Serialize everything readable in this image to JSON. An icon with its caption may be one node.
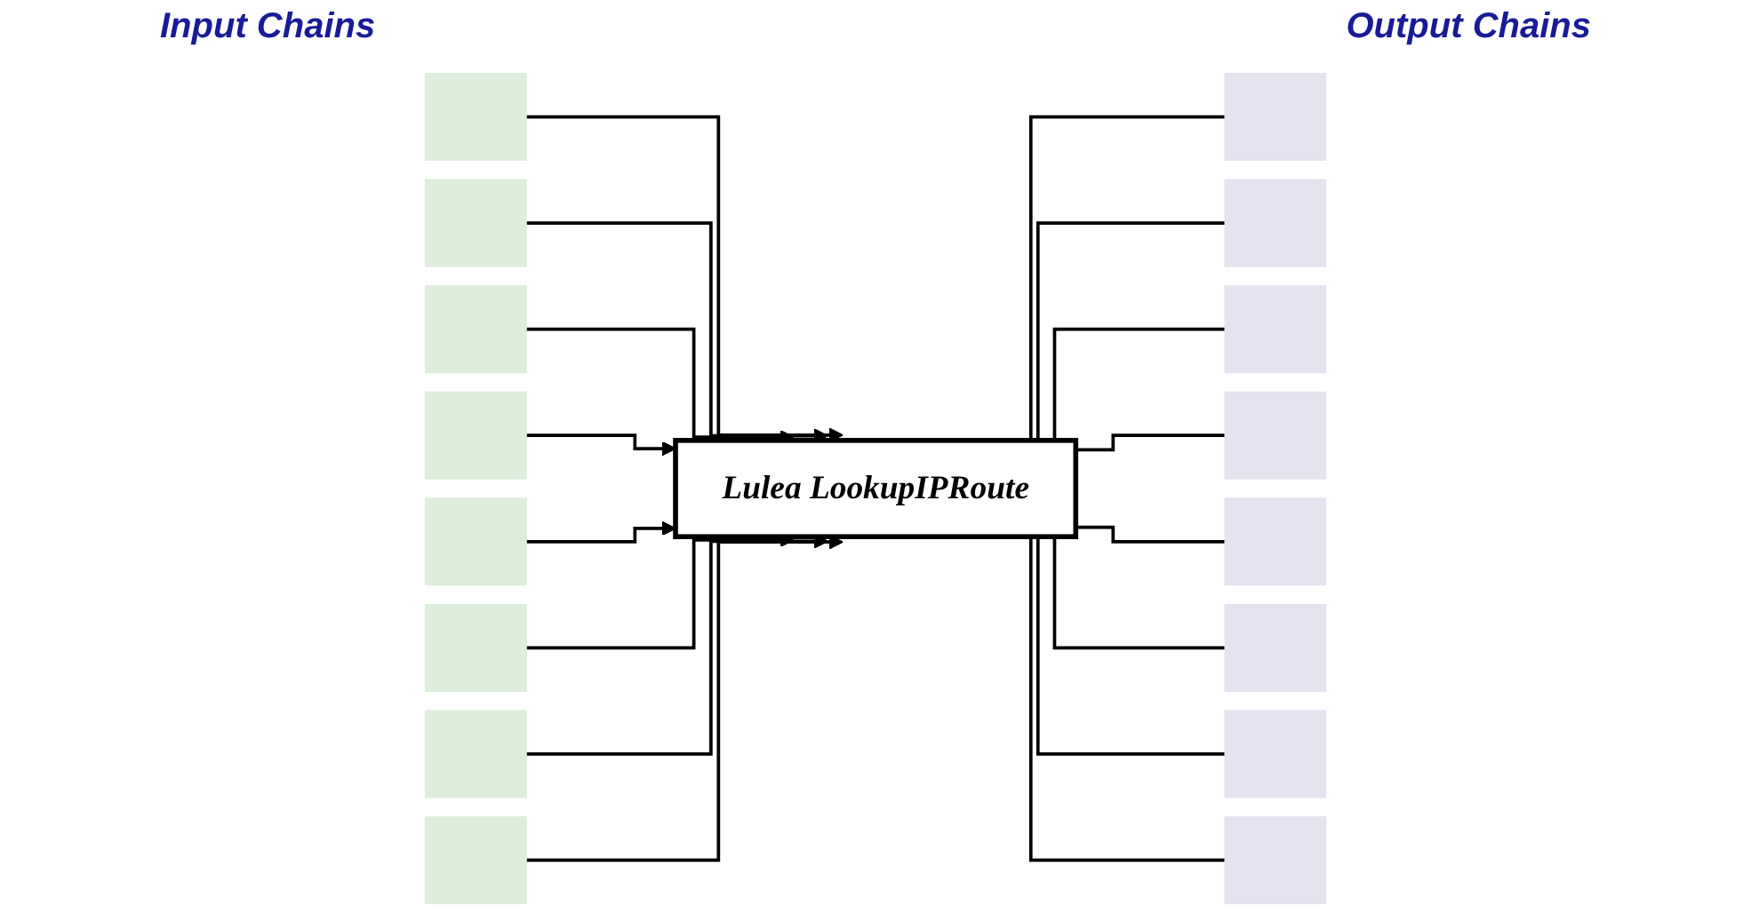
{
  "diagram": {
    "nodes": [
      {
        "text": [],
        "shape": "box"
      },
      {
        "text": [],
        "shape": "box"
      },
      {
        "text": [],
        "shape": "box"
      },
      {
        "text": [],
        "shape": "box"
      },
      {
        "text": [],
        "shape": "box"
      },
      {
        "text": [],
        "shape": "box"
      },
      {
        "text": [],
        "shape": "box"
      },
      {
        "text": [],
        "shape": "box"
      },
      {
        "text": [
          "Lulea LookupIPRoute"
        ]
      },
      {
        "text": [],
        "shape": "box"
      },
      {
        "text": [],
        "shape": "box"
      },
      {
        "text": [],
        "shape": "box"
      },
      {
        "text": [],
        "shape": "box"
      },
      {
        "text": [],
        "shape": "box"
      },
      {
        "text": [],
        "shape": "box"
      },
      {
        "text": [],
        "shape": "box"
      },
      {
        "text": [],
        "shape": "box"
      }
    ],
    "edges": [
      {
        "from": 0,
        "to": 8,
        "arrow": "to"
      },
      {
        "from": 1,
        "to": 8,
        "arrow": "to"
      },
      {
        "from": 2,
        "to": 8,
        "arrow": "to"
      },
      {
        "from": 3,
        "to": 8,
        "arrow": "to"
      },
      {
        "from": 4,
        "to": 8,
        "arrow": "to"
      },
      {
        "from": 5,
        "to": 8,
        "arrow": "to"
      },
      {
        "from": 6,
        "to": 8,
        "arrow": "to"
      },
      {
        "from": 7,
        "to": 8,
        "arrow": "to"
      },
      {
        "from": 8,
        "to": 9,
        "arrow": "none"
      },
      {
        "from": 8,
        "to": 10,
        "arrow": "none"
      },
      {
        "from": 8,
        "to": 11,
        "arrow": "none"
      },
      {
        "from": 8,
        "to": 12,
        "arrow": "none"
      },
      {
        "from": 8,
        "to": 13,
        "arrow": "none"
      },
      {
        "from": 8,
        "to": 14,
        "arrow": "none"
      },
      {
        "from": 8,
        "to": 15,
        "arrow": "none"
      },
      {
        "from": 8,
        "to": 16,
        "arrow": "none"
      }
    ],
    "labels": [
      "Input Chains",
      "Output Chains"
    ]
  }
}
